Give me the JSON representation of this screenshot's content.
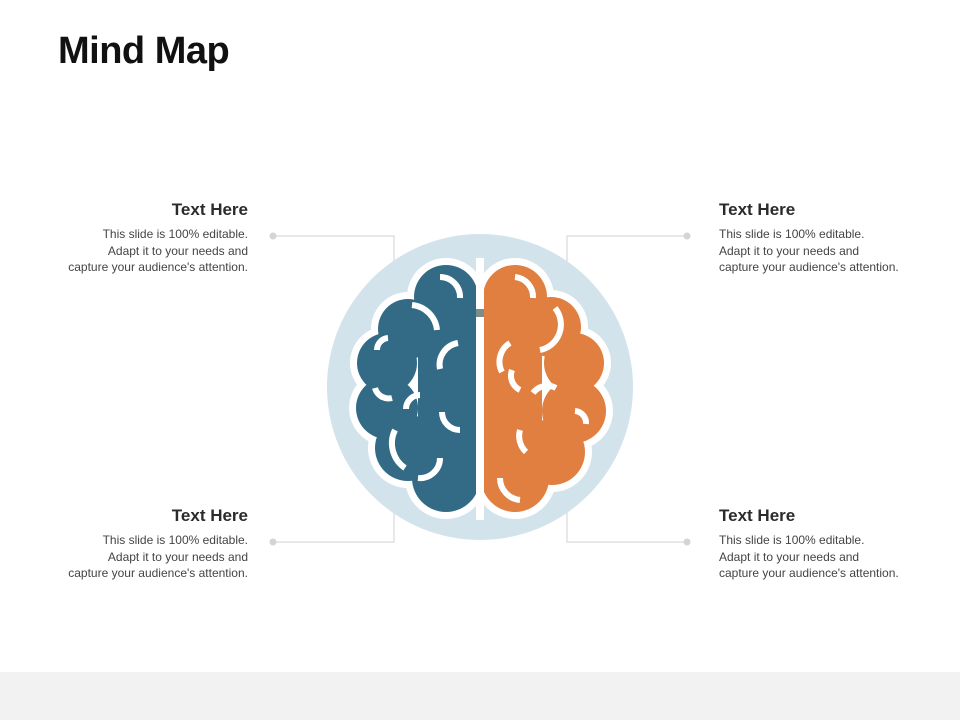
{
  "slide": {
    "title": "Mind Map"
  },
  "colors": {
    "left_hemisphere": "#336b87",
    "right_hemisphere": "#e07f3f",
    "circle_background": "#d3e3ec",
    "connector": "#d9d9d9",
    "footer": "#f2f2f2"
  },
  "icons": {
    "center": "brain-icon"
  },
  "blocks": {
    "top_left": {
      "heading": "Text Here",
      "line1": "This slide is 100% editable.",
      "line2": "Adapt it to your needs and",
      "line3": "capture your audience's attention."
    },
    "top_right": {
      "heading": "Text Here",
      "line1": "This slide is 100% editable.",
      "line2": "Adapt it to your needs and",
      "line3": "capture your audience's attention."
    },
    "bottom_left": {
      "heading": "Text Here",
      "line1": "This slide is 100% editable.",
      "line2": "Adapt it to your needs and",
      "line3": "capture your audience's attention."
    },
    "bottom_right": {
      "heading": "Text Here",
      "line1": "This slide is 100% editable.",
      "line2": "Adapt it to your needs and",
      "line3": "capture your audience's attention."
    }
  }
}
